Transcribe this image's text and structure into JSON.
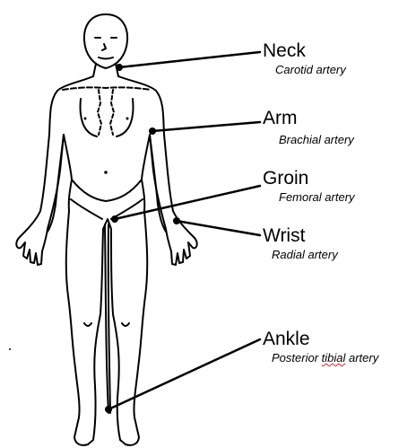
{
  "labels": {
    "neck": {
      "site": "Neck",
      "artery": "Carotid artery"
    },
    "arm": {
      "site": "Arm",
      "artery": "Brachial artery"
    },
    "groin": {
      "site": "Groin",
      "artery": "Femoral artery"
    },
    "wrist": {
      "site": "Wrist",
      "artery": "Radial artery"
    },
    "ankle": {
      "site": "Ankle",
      "artery_prefix": "Posterior ",
      "artery_squiggle": "tibial",
      "artery_suffix": " artery"
    }
  }
}
